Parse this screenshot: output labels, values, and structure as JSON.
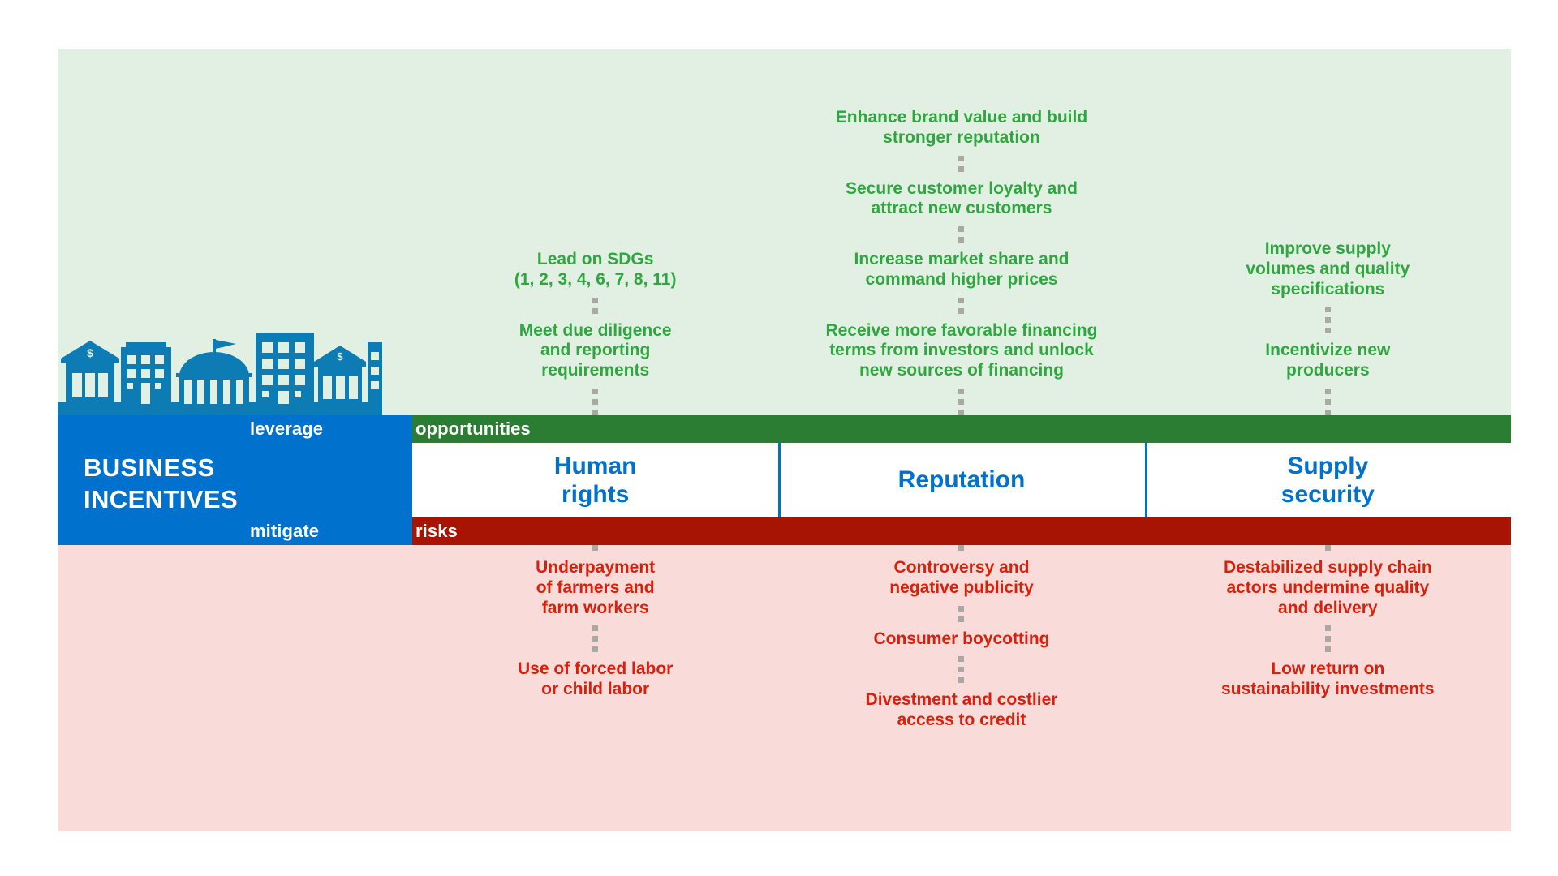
{
  "identity": {
    "title": "BUSINESS\nINCENTIVES",
    "skyline_icon": "city-skyline-icon"
  },
  "bars": {
    "leverage_word": "leverage",
    "opportunities_word": "opportunities",
    "mitigate_word": "mitigate",
    "risks_word": "risks"
  },
  "columns": [
    {
      "header": "Human\nrights",
      "opportunities": [
        "Lead on SDGs\n(1, 2, 3, 4, 6, 7, 8, 11)",
        "Meet due diligence\nand reporting\nrequirements"
      ],
      "risks": [
        "Underpayment\nof farmers and\nfarm workers",
        "Use of forced labor\nor child labor"
      ]
    },
    {
      "header": "Reputation",
      "opportunities": [
        "Enhance brand value and build\nstronger reputation",
        "Secure customer loyalty and\nattract new customers",
        "Increase market share and\ncommand higher prices",
        "Receive more favorable financing\nterms from investors and unlock\nnew sources of financing"
      ],
      "risks": [
        "Controversy and\nnegative publicity",
        "Consumer boycotting",
        "Divestment and costlier\naccess to credit"
      ]
    },
    {
      "header": "Supply\nsecurity",
      "opportunities": [
        "Improve supply\nvolumes and quality\nspecifications",
        "Incentivize new\nproducers"
      ],
      "risks": [
        "Destabilized supply chain\nactors undermine quality\nand delivery",
        "Low return on\nsustainability investments"
      ]
    }
  ],
  "colors": {
    "brand_blue": "#0072ce",
    "skyline_blue": "#0d7cb5",
    "opportunity_green_bar": "#2b7d33",
    "opportunity_green_text": "#2fa63f",
    "opportunity_bg": "#e2f0e3",
    "risk_red_bar": "#a81403",
    "risk_red_text": "#d8200c",
    "risk_bg": "#f9dcd9",
    "connector_gray": "#a9a9a3"
  }
}
